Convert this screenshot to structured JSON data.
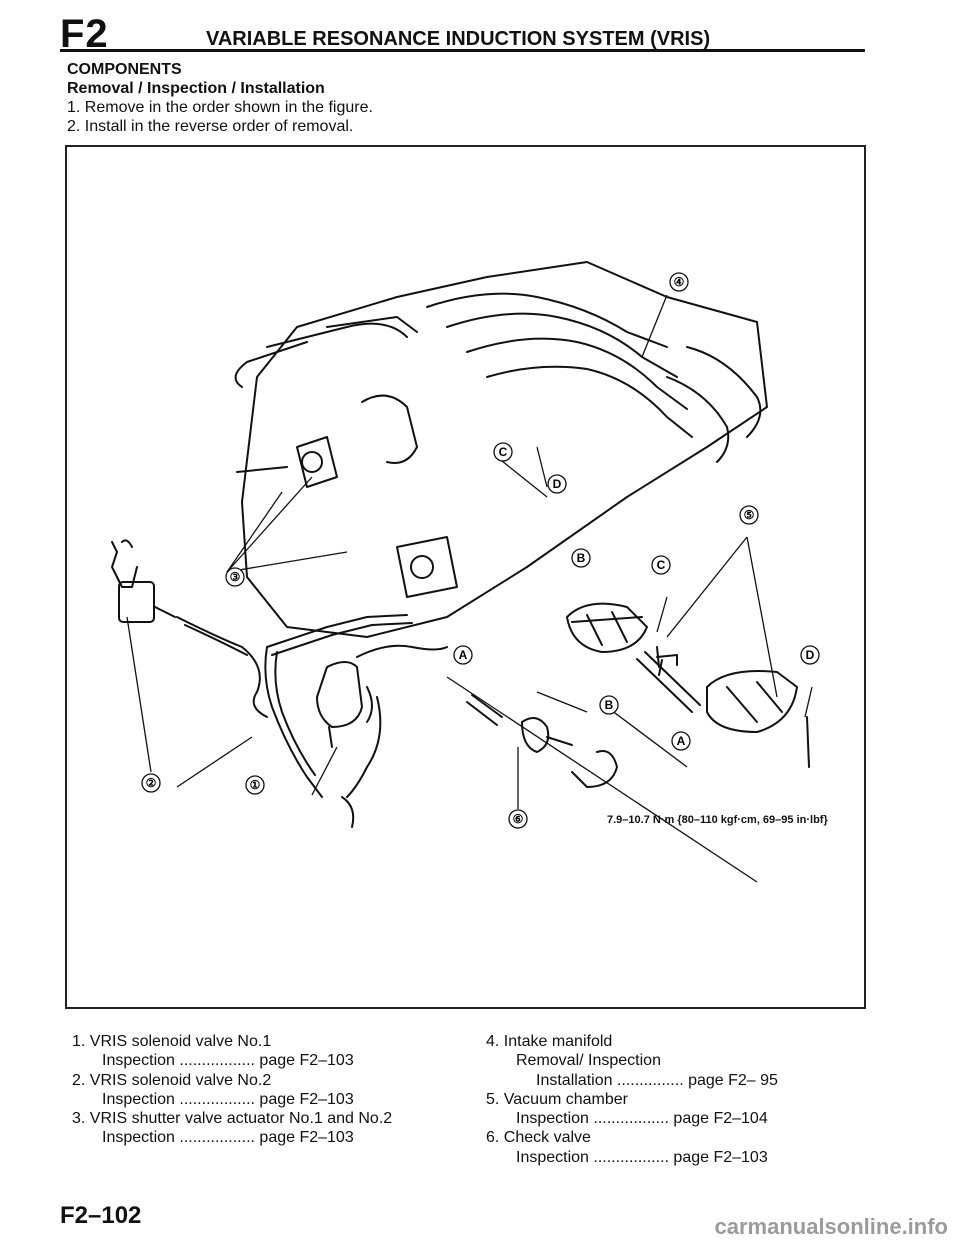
{
  "header": {
    "section_code": "F2",
    "title": "VARIABLE RESONANCE INDUCTION SYSTEM (VRIS)"
  },
  "intro": {
    "heading": "COMPONENTS",
    "subheading": "Removal / Inspection / Installation",
    "steps": [
      "1. Remove in the order shown in the figure.",
      "2. Install in the reverse order of removal."
    ]
  },
  "figure": {
    "callout_numbers": [
      "①",
      "②",
      "③",
      "④",
      "⑤",
      "⑥"
    ],
    "callout_letters": [
      "A",
      "B",
      "C",
      "D"
    ],
    "torque_note": "7.9–10.7 N·m {80–110 kgf·cm, 69–95 in·lbf}"
  },
  "legend_left": [
    {
      "title": "1. VRIS solenoid valve No.1",
      "sub": "Inspection",
      "dots": ".................",
      "page": "page F2–103"
    },
    {
      "title": "2. VRIS solenoid valve No.2",
      "sub": "Inspection",
      "dots": ".................",
      "page": "page F2–103"
    },
    {
      "title": "3. VRIS shutter valve actuator No.1 and No.2",
      "sub": "Inspection",
      "dots": ".................",
      "page": "page F2–103"
    }
  ],
  "legend_right": {
    "item4_title": "4. Intake manifold",
    "item4_sub1": "Removal/ Inspection",
    "item4_sub2": "Installation",
    "item4_dots": "...............",
    "item4_page": "page F2– 95",
    "item5_title": "5. Vacuum chamber",
    "item5_sub": "Inspection",
    "item5_dots": ".................",
    "item5_page": "page F2–104",
    "item6_title": "6. Check valve",
    "item6_sub": "Inspection",
    "item6_dots": ".................",
    "item6_page": "page F2–103"
  },
  "footer": {
    "page_number": "F2–102",
    "watermark": "carmanualsonline.info"
  }
}
